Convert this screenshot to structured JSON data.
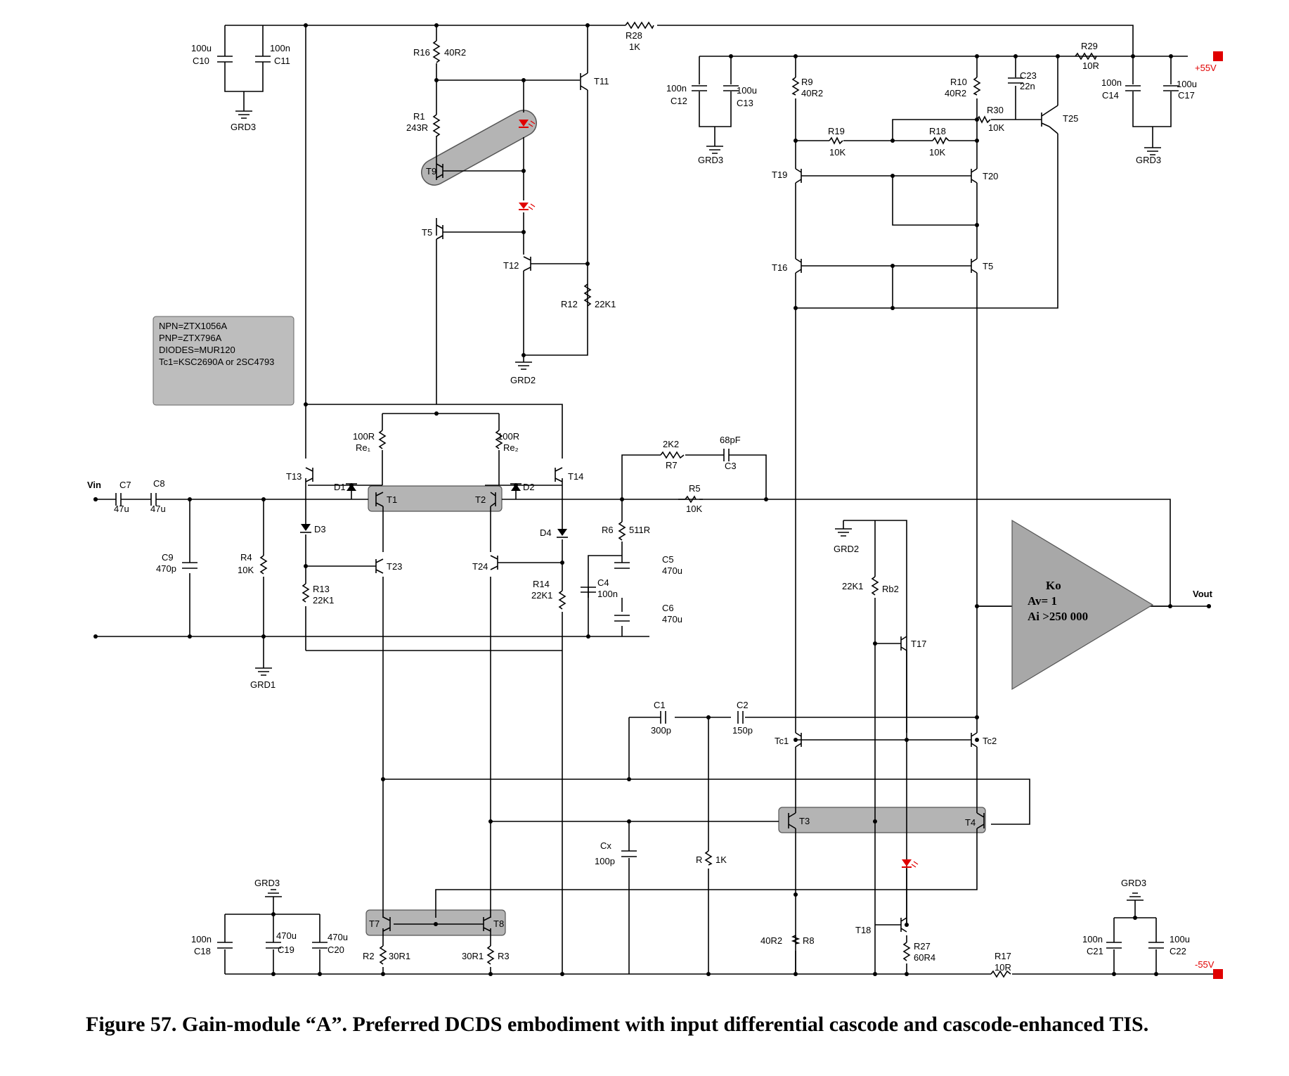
{
  "supplies": {
    "pos": "+55V",
    "neg": "-55V"
  },
  "grounds": {
    "grd1": "GRD1",
    "grd2": "GRD2",
    "grd3": "GRD3"
  },
  "io": {
    "vin": "Vin",
    "vout": "Vout"
  },
  "legend": {
    "lines": [
      "NPN=ZTX1056A",
      "PNP=ZTX796A",
      "DIODES=MUR120",
      "Tc1=KSC2690A or 2SC4793"
    ]
  },
  "amp": {
    "name": "Ko",
    "av": "Av= 1",
    "ai": "Ai >250 000"
  },
  "transistors": {
    "T1": "T1",
    "T2": "T2",
    "T3": "T3",
    "T4": "T4",
    "T5a": "T5",
    "T5b": "T5",
    "T7": "T7",
    "T8": "T8",
    "T9": "T9",
    "T11": "T11",
    "T12": "T12",
    "T13": "T13",
    "T14": "T14",
    "T16": "T16",
    "T17": "T17",
    "T18": "T18",
    "T19": "T19",
    "T20": "T20",
    "T23": "T23",
    "T24": "T24",
    "T25": "T25",
    "Tc1": "Tc1",
    "Tc2": "Tc2"
  },
  "diodes": {
    "D1": "D1",
    "D2": "D2",
    "D3": "D3",
    "D4": "D4"
  },
  "resistors": {
    "R16": {
      "ref": "R16",
      "val": "40R2"
    },
    "R1": {
      "ref": "R1",
      "val": "243R"
    },
    "R28": {
      "ref": "R28",
      "val": "1K"
    },
    "R12": {
      "ref": "R12",
      "val": "22K1"
    },
    "R9": {
      "ref": "R9",
      "val": "40R2"
    },
    "R10": {
      "ref": "R10",
      "val": "40R2"
    },
    "R19": {
      "ref": "R19",
      "val": "10K"
    },
    "R18": {
      "ref": "R18",
      "val": "10K"
    },
    "R30": {
      "ref": "R30",
      "val": "10K"
    },
    "R29": {
      "ref": "R29",
      "val": "10R"
    },
    "Re1": {
      "ref": "Re₁",
      "val": "100R"
    },
    "Re2": {
      "ref": "Re₂",
      "val": "100R"
    },
    "R7": {
      "ref": "R7",
      "val": "2K2"
    },
    "R5": {
      "ref": "R5",
      "val": "10K"
    },
    "R6": {
      "ref": "R6",
      "val": "511R"
    },
    "R4": {
      "ref": "R4",
      "val": "10K"
    },
    "R13": {
      "ref": "R13",
      "val": "22K1"
    },
    "R14": {
      "ref": "R14",
      "val": "22K1"
    },
    "Rb2": {
      "ref": "Rb2",
      "val": "22K1"
    },
    "R": {
      "ref": "R",
      "val": "1K"
    },
    "R8": {
      "ref": "R8",
      "val": "40R2"
    },
    "R27": {
      "ref": "R27",
      "val": "60R4"
    },
    "R17": {
      "ref": "R17",
      "val": "10R"
    },
    "R2": {
      "ref": "R2",
      "val": "30R1"
    },
    "R3": {
      "ref": "R3",
      "val": "30R1"
    }
  },
  "capacitors": {
    "C10": {
      "ref": "C10",
      "val": "100u"
    },
    "C11": {
      "ref": "C11",
      "val": "100n"
    },
    "C12": {
      "ref": "C12",
      "val": "100n"
    },
    "C13": {
      "ref": "C13",
      "val": "100u"
    },
    "C23": {
      "ref": "C23",
      "val": "22n"
    },
    "C14": {
      "ref": "C14",
      "val": "100n"
    },
    "C17": {
      "ref": "C17",
      "val": "100u"
    },
    "C3": {
      "ref": "C3",
      "val": "68pF"
    },
    "C7": {
      "ref": "C7",
      "val": "47u"
    },
    "C8": {
      "ref": "C8",
      "val": "47u"
    },
    "C9": {
      "ref": "C9",
      "val": "470p"
    },
    "C4": {
      "ref": "C4",
      "val": "100n"
    },
    "C5": {
      "ref": "C5",
      "val": "470u"
    },
    "C6": {
      "ref": "C6",
      "val": "470u"
    },
    "C1": {
      "ref": "C1",
      "val": "300p"
    },
    "C2": {
      "ref": "C2",
      "val": "150p"
    },
    "Cx": {
      "ref": "Cx",
      "val": "100p"
    },
    "C18": {
      "ref": "C18",
      "val": "100n"
    },
    "C19": {
      "ref": "C19",
      "val": "470u"
    },
    "C20": {
      "ref": "C20",
      "val": "470u"
    },
    "C21": {
      "ref": "C21",
      "val": "100n"
    },
    "C22": {
      "ref": "C22",
      "val": "100u"
    }
  },
  "caption": "Figure 57. Gain-module “A”. Preferred DCDS embodiment with input differential cascode and cascode-enhanced TIS."
}
